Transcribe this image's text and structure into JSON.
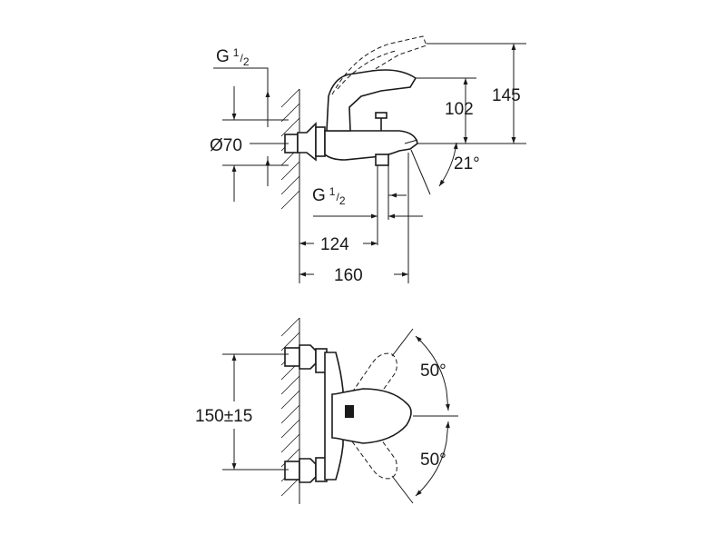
{
  "top_view": {
    "thread_top": {
      "letter": "G",
      "sup": "1",
      "sub": "2"
    },
    "diameter": "Ø70",
    "height_102": "102",
    "height_145": "145",
    "angle": "21°",
    "thread_bottom": {
      "letter": "G",
      "sup": "1",
      "sub": "2"
    },
    "width_124": "124",
    "width_160": "160"
  },
  "front_view": {
    "spacing": "150±15",
    "angle_up": "50°",
    "angle_down": "50°"
  }
}
